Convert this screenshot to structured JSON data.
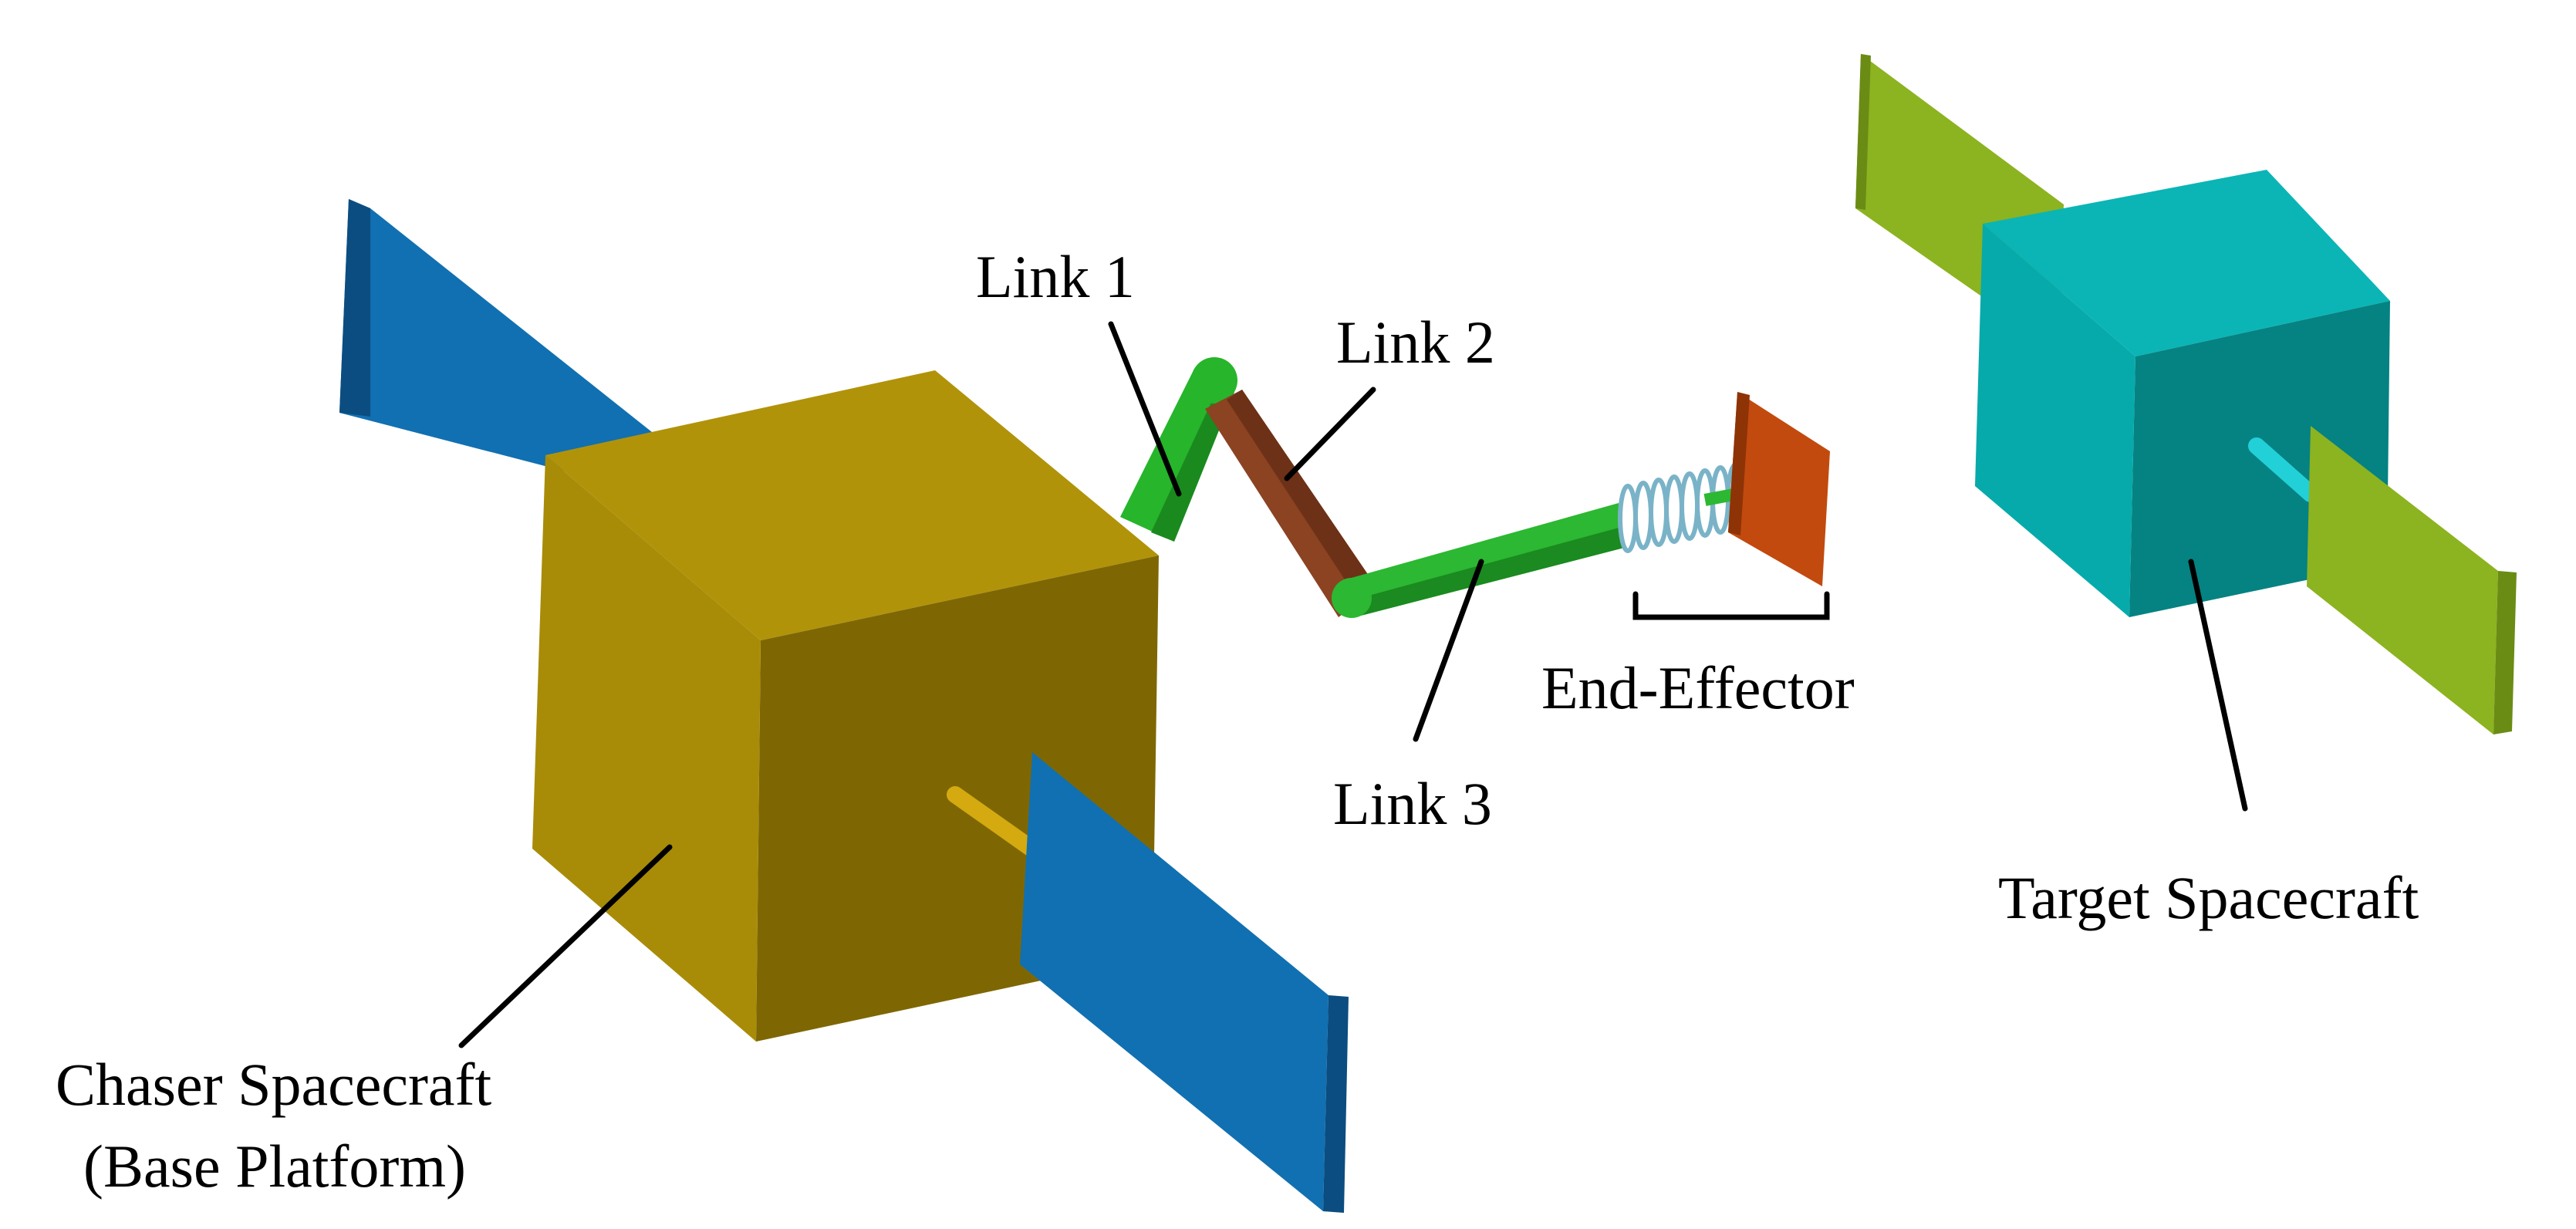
{
  "labels": {
    "link1": "Link 1",
    "link2": "Link 2",
    "link3": "Link 3",
    "end_effector": "End-Effector",
    "target": "Target Spacecraft",
    "chaser_line1": "Chaser Spacecraft",
    "chaser_line2": "(Base Platform)"
  },
  "colors": {
    "chaser_front": "#a88c08",
    "chaser_top": "#b1930a",
    "chaser_side": "#7e6703",
    "chaser_panel": "#1170b1",
    "chaser_panel_edge": "#0b4d80",
    "chaser_rod": "#d4aa10",
    "target_front": "#07aaaa",
    "target_top": "#0bb5b5",
    "target_side": "#058282",
    "target_panel": "#8cb320",
    "target_panel_edge": "#6a8c14",
    "target_rod": "#22d0d8",
    "link1": "#27b52b",
    "link1_dark": "#1a8a1f",
    "link2": "#8b4322",
    "link2_dark": "#6d3117",
    "link3": "#2cb832",
    "link3_dark": "#1b8a20",
    "spring": "#7ab3c8",
    "end_plate": "#c24a0e",
    "end_plate_edge": "#8e3306"
  }
}
